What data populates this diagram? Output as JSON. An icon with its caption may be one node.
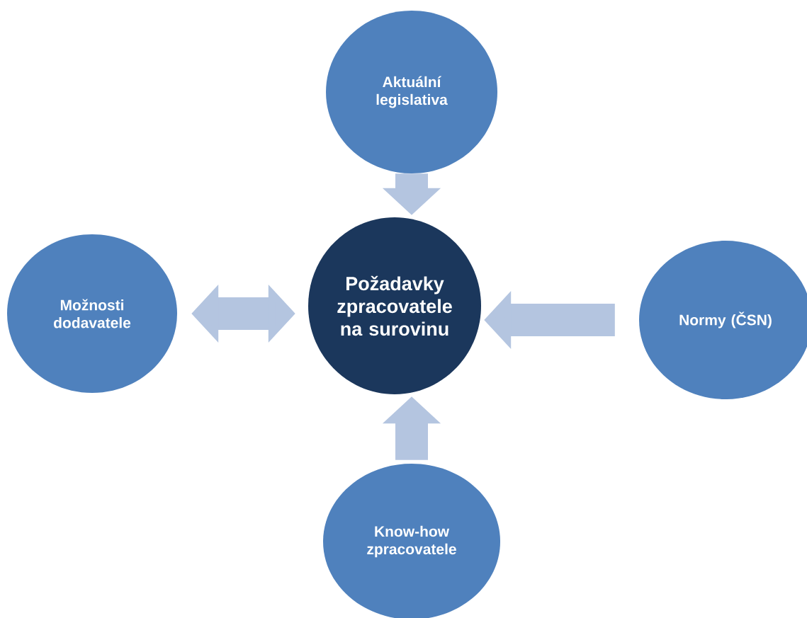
{
  "diagram": {
    "nodes": [
      {
        "text": [
          "Požadavky zpracovatele na surovinu"
        ]
      },
      {
        "text": [
          "Aktuální legislativa"
        ]
      },
      {
        "text": [
          "Možnosti dodavatele"
        ]
      },
      {
        "text": [
          "Normy (ČSN)"
        ]
      },
      {
        "text": [
          "Know-how zpracovatele"
        ]
      }
    ],
    "edges": [
      {
        "from": 1,
        "to": 0,
        "arrow": "to"
      },
      {
        "from": 2,
        "to": 0,
        "arrow": "both"
      },
      {
        "from": 3,
        "to": 0,
        "arrow": "to"
      },
      {
        "from": 4,
        "to": 0,
        "arrow": "to"
      }
    ]
  }
}
